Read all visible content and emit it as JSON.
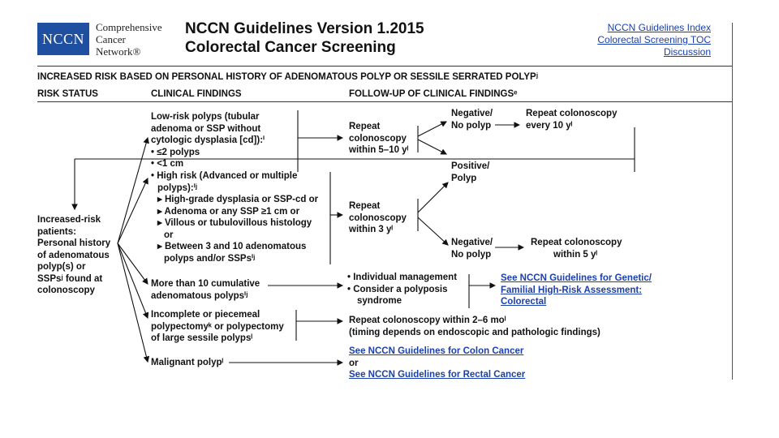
{
  "logo": {
    "abbr": "NCCN",
    "line1": "Comprehensive",
    "line2": "Cancer",
    "line3": "Network®"
  },
  "title": {
    "line1": "NCCN Guidelines Version 1.2015",
    "line2": "Colorectal Cancer Screening"
  },
  "nav": {
    "index": "NCCN Guidelines Index",
    "toc": "Colorectal Screening TOC",
    "discussion": "Discussion"
  },
  "section_title": "INCREASED RISK BASED ON PERSONAL HISTORY OF ADENOMATOUS POLYP OR SESSILE SERRATED POLYPʲ",
  "columns": {
    "risk_status": "RISK STATUS",
    "clinical_findings": "CLINICAL FINDINGS",
    "followup": "FOLLOW-UP OF CLINICAL FINDINGSᵉ"
  },
  "risk_status_box": {
    "l1": "Increased-risk",
    "l2": "patients:",
    "l3": "Personal history",
    "l4": "of adenomatous",
    "l5": "polyp(s) or",
    "l6": "SSPsʲ found at",
    "l7": "colonoscopy"
  },
  "low_risk": {
    "l1": "Low-risk polyps (tubular",
    "l2": "adenoma or SSP without",
    "l3": "cytologic dysplasia [cd]):ⁱ",
    "l4": "• ≤2 polyps",
    "l5": "• <1 cm"
  },
  "high_risk": {
    "l1": "• High risk (Advanced or multiple",
    "l2": "polyps):ⁱʲ",
    "l3": "▸ High-grade dysplasia or SSP-cd or",
    "l4": "▸ Adenoma or any SSP ≥1 cm or",
    "l5": "▸ Villous or tubulovillous histology",
    "l6": "or",
    "l7": "▸ Between 3 and 10 adenomatous",
    "l8": "polyps and/or SSPsⁱʲ"
  },
  "more_than_10": {
    "l1": "More than 10 cumulative",
    "l2": "adenomatous polypsⁱʲ"
  },
  "incomplete": {
    "l1": "Incomplete or piecemeal",
    "l2": "polypectomyᵏ or polypectomy",
    "l3": "of large sessile polypsˡ"
  },
  "malignant": "Malignant polypˡ",
  "repeat_5_10": {
    "l1": "Repeat",
    "l2": "colonoscopy",
    "l3": "within 5–10 yˡ"
  },
  "repeat_3": {
    "l1": "Repeat",
    "l2": "colonoscopy",
    "l3": "within 3 yˡ"
  },
  "negative_top": {
    "l1": "Negative/",
    "l2": "No polyp"
  },
  "repeat_10": {
    "l1": "Repeat colonoscopy",
    "l2": "every 10 yˡ"
  },
  "positive": {
    "l1": "Positive/",
    "l2": "Polyp"
  },
  "negative_bottom": {
    "l1": "Negative/",
    "l2": "No polyp"
  },
  "repeat_5": {
    "l1": "Repeat colonoscopy",
    "l2": "within 5 yˡ"
  },
  "individual": {
    "l1": "• Individual management",
    "l2": "• Consider a polyposis",
    "l3": "syndrome"
  },
  "genetic_link": {
    "l1": "See NCCN Guidelines for Genetic/",
    "l2": "Familial High-Risk Assessment:",
    "l3": "Colorectal"
  },
  "repeat_2_6": {
    "l1": "Repeat colonoscopy within 2–6 moˡ",
    "l2": "(timing depends on endoscopic and pathologic findings)"
  },
  "colon_link": "See NCCN Guidelines for Colon Cancer",
  "or_text": "or",
  "rectal_link": "See NCCN Guidelines for Rectal Cancer",
  "colors": {
    "brand": "#1f4fa0",
    "link": "#1a3fae"
  }
}
